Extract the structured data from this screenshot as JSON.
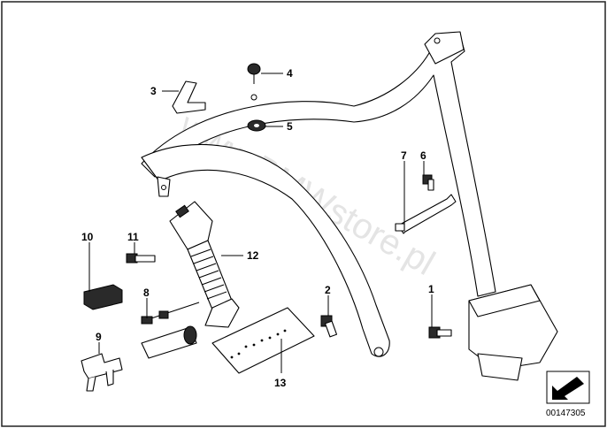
{
  "watermark": "www.BMWstore.pl",
  "reference_number": "00147305",
  "callouts": [
    {
      "id": "c1",
      "label": "1"
    },
    {
      "id": "c2",
      "label": "2"
    },
    {
      "id": "c3",
      "label": "3"
    },
    {
      "id": "c4",
      "label": "4"
    },
    {
      "id": "c5",
      "label": "5"
    },
    {
      "id": "c6",
      "label": "6"
    },
    {
      "id": "c7",
      "label": "7"
    },
    {
      "id": "c8",
      "label": "8"
    },
    {
      "id": "c9",
      "label": "9"
    },
    {
      "id": "c10",
      "label": "10"
    },
    {
      "id": "c11",
      "label": "11"
    },
    {
      "id": "c12",
      "label": "12"
    },
    {
      "id": "c13",
      "label": "13"
    }
  ]
}
